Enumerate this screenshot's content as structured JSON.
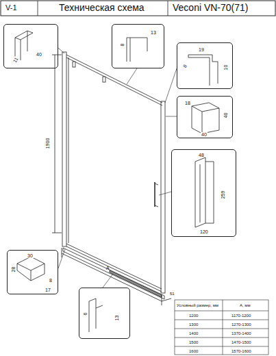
{
  "diagram": {
    "title": "Техническая схема",
    "nodes": [
      {
        "text": [
          "11",
          "40"
        ]
      },
      {
        "text": [
          "13",
          "8"
        ]
      },
      {
        "text": [
          "19",
          "8",
          "10"
        ]
      },
      {
        "text": [
          "18",
          "40",
          "40"
        ]
      },
      {
        "text": [
          "48",
          "259",
          "120"
        ]
      },
      {
        "text": [
          "30",
          "28",
          "8",
          "17"
        ]
      },
      {
        "text": [
          "6",
          "13"
        ]
      }
    ],
    "labels": [
      "V-1",
      "Veconi VN-70(71)",
      "1900",
      "A",
      "51",
      "Условный размер, мм",
      "A, мм",
      "1200",
      "1170-1200",
      "1300",
      "1270-1300",
      "1400",
      "1370-1400",
      "1500",
      "1470-1500",
      "1600",
      "1570-1600"
    ]
  }
}
